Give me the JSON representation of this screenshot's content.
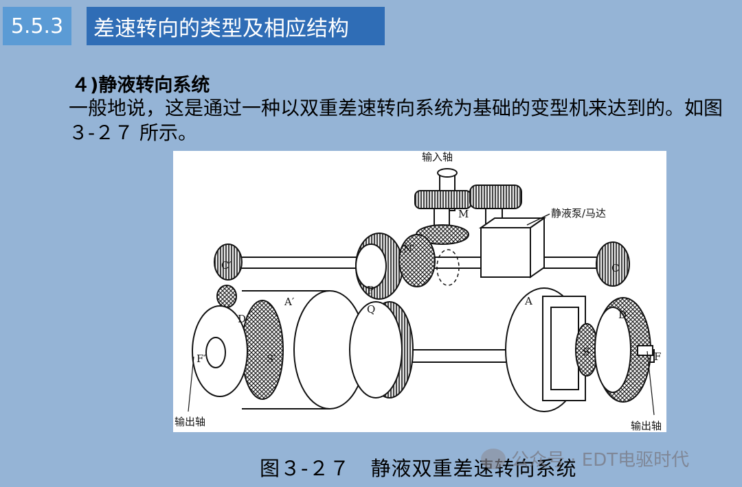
{
  "header": {
    "section_number": "5.5.3",
    "section_title": "差速转向的类型及相应结构"
  },
  "content": {
    "subheading": "４)静液转向系统",
    "paragraph": "一般地说，这是通过一种以双重差速转向系统为基础的变型机来达到的。如图３-２７ 所示。"
  },
  "figure": {
    "labels": {
      "input_shaft": "输入轴",
      "pump_motor": "静液泵/马达",
      "output_left": "输出轴",
      "output_right": "输出轴",
      "M": "M",
      "N_prime": "N′",
      "P": "P",
      "Q": "Q",
      "C_prime": "C′",
      "C": "C",
      "A_prime": "A′",
      "A": "A",
      "D_prime": "D′",
      "D": "D",
      "S_prime": "S′",
      "S": "S",
      "F_prime": "F′",
      "F": "F"
    },
    "caption": "图３-２７　静液双重差速转向系统"
  },
  "watermark": {
    "text": "公众号 · EDT电驱时代"
  },
  "colors": {
    "background": "#95B4D6",
    "section_number_bg": "#5B9BD5",
    "section_title_bg": "#2F6DB6"
  }
}
